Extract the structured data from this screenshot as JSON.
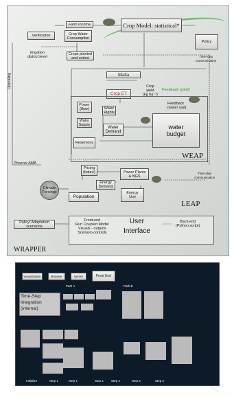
{
  "top": {
    "farm_income": "Farm Income",
    "crop_model": "Crop Model: statistical*",
    "verification": "Verification",
    "crop_water": "Crop Water\nConsumption",
    "policy": "Policy",
    "irrigation": "Irrigation\ndistrict level",
    "crops_planted": "Crops planted\nand extent",
    "timestep1": "Time-step\ncommunication",
    "malta": "Malta",
    "crop_et": "Crop ET",
    "crop_yield": "Crop\nyield\n(kg ha⁻¹)",
    "feedback_yield": "Feedback (yield)",
    "feedback_water": "Feedback\n(water use)",
    "upscaling": "Upscaling",
    "power_flow": "Power\n(flow)",
    "water_supply": "Water\nSupply",
    "water_rights": "Water\nRights",
    "reservoirs": "Reservoirs",
    "water_demand": "Water\nDemand",
    "water_budget": "water\nbudget",
    "weap": "WEAP",
    "timestep2": "Time-step\ncommunication",
    "phoenix": "Phoenix AMA",
    "pricing": "Pricing\n(future)",
    "power_plants": "Power Plants\n& NGS",
    "climate": "Climate\nForcings",
    "energy_demand": "Energy\nDemand",
    "population": "Population",
    "energy_use": "Energy\nUse",
    "leap": "LEAP",
    "policy_adapt": "Policy/ Adaptation\nscenarios",
    "frontend": "Front-end\nRun Coupled Model\nVisuals - outputs\nScenario controls",
    "user_interface": "User\nInterface",
    "backend": "Back-end\n(Python script)",
    "wrapper": "WRAPPER"
  },
  "bottom": {
    "visualization": "Visualization",
    "browser": "Browser",
    "server": "Server",
    "front_end": "Front End",
    "path_a": "Path A",
    "path_b": "Path B",
    "time_step": "Time-Step\nIntegration\n(internal)",
    "steps": [
      "Initialize",
      "Step 1",
      "Step 1",
      "Step 1",
      "Step 2",
      "Step 2",
      "Step 2"
    ]
  },
  "colors": {
    "accent_green": "#4fae3c",
    "feedback_green": "#3a8a2f",
    "crop_et_red": "#c0392b"
  }
}
